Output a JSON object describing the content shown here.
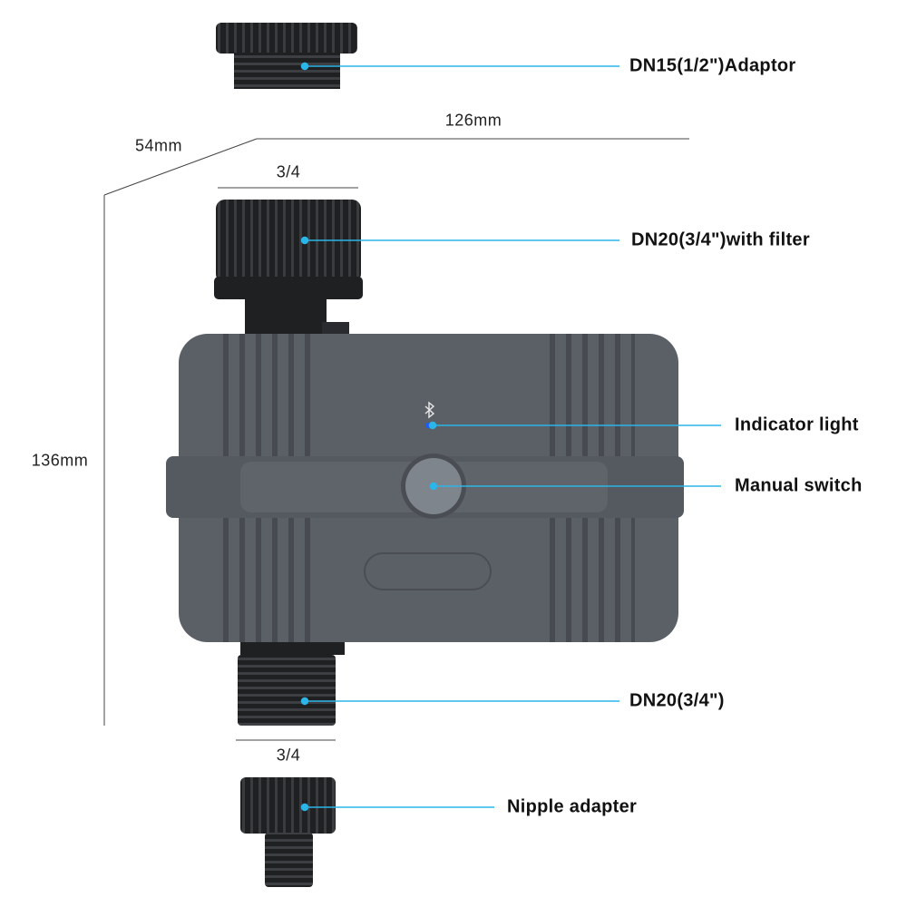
{
  "callouts": {
    "adaptor": "DN15(1/2\")Adaptor",
    "filter_inlet": "DN20(3/4\")with filter",
    "indicator": "Indicator light",
    "manual_switch": "Manual switch",
    "outlet": "DN20(3/4\")",
    "nipple": "Nipple adapter"
  },
  "dimensions": {
    "width": "126mm",
    "depth": "54mm",
    "height": "136mm",
    "inlet_size": "3/4",
    "outlet_size": "3/4"
  },
  "colors": {
    "body": "#5b6067",
    "fitting": "#1f2022",
    "callout_line": "#2bb5e8",
    "indicator_led": "#1a5cff"
  },
  "icons": {
    "device_logo": "bluetooth-icon"
  }
}
